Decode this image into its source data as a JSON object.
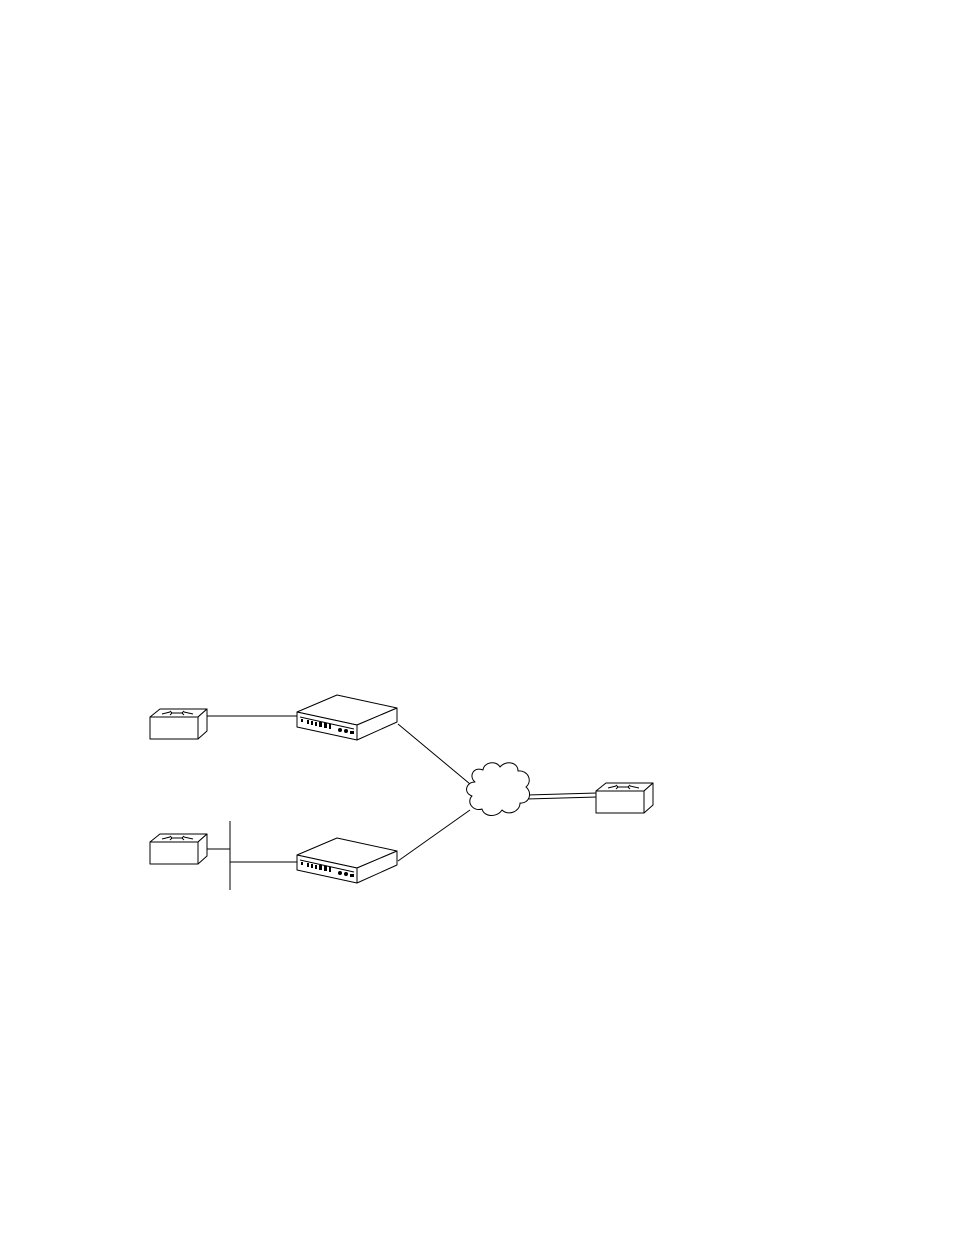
{
  "diagram": {
    "type": "network-topology",
    "nodes": [
      {
        "id": "router-top-left",
        "icon": "router-icon"
      },
      {
        "id": "router-bottom-left",
        "icon": "router-icon"
      },
      {
        "id": "router-right",
        "icon": "router-icon"
      },
      {
        "id": "access-device-top",
        "icon": "rack-chassis-icon"
      },
      {
        "id": "access-device-bottom",
        "icon": "rack-chassis-icon"
      },
      {
        "id": "wan-cloud",
        "icon": "cloud-icon"
      },
      {
        "id": "lan-segment",
        "icon": "bus-line"
      }
    ],
    "links": [
      {
        "from": "router-top-left",
        "to": "access-device-top",
        "style": "single"
      },
      {
        "from": "router-bottom-left",
        "to": "lan-segment",
        "style": "single"
      },
      {
        "from": "lan-segment",
        "to": "access-device-bottom",
        "style": "single"
      },
      {
        "from": "access-device-top",
        "to": "wan-cloud",
        "style": "single"
      },
      {
        "from": "access-device-bottom",
        "to": "wan-cloud",
        "style": "single"
      },
      {
        "from": "wan-cloud",
        "to": "router-right",
        "style": "double"
      }
    ],
    "colors": {
      "line": "#000000",
      "background": "#ffffff"
    }
  }
}
